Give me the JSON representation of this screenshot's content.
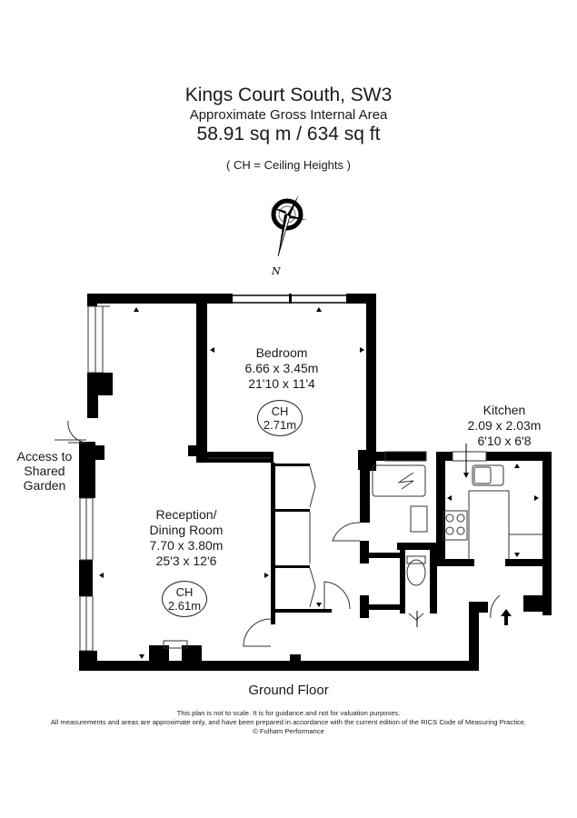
{
  "header": {
    "title": "Kings Court South, SW3",
    "subtitle": "Approximate Gross Internal Area",
    "area": "58.91 sq m  /  634 sq ft",
    "ceiling_note": "( CH = Ceiling Heights )"
  },
  "compass": {
    "label": "N",
    "icon": "compass-rose-icon"
  },
  "rooms": [
    {
      "name": "Bedroom",
      "metric": "6.66 x 3.45m",
      "imperial": "21'10 x 11'4",
      "ch_label": "CH",
      "ch_value": "2.71m"
    },
    {
      "name": "Reception/",
      "name2": "Dining Room",
      "metric": "7.70 x 3.80m",
      "imperial": "25'3 x 12'6",
      "ch_label": "CH",
      "ch_value": "2.61m"
    },
    {
      "name": "Kitchen",
      "metric": "2.09 x 2.03m",
      "imperial": "6'10 x 6'8"
    }
  ],
  "access": {
    "line1": "Access to",
    "line2": "Shared",
    "line3": "Garden"
  },
  "floor_label": "Ground Floor",
  "disclaimer": {
    "line1": "This plan is not to scale. It is for guidance and not for valuation purposes.",
    "line2": "All measurements and areas are approximate only, and have been prepared in accordance with the current edition of the RICS Code of Measuring Practice.",
    "line3": "© Fulham Performance"
  },
  "colors": {
    "wall": "#000000",
    "background": "#ffffff",
    "text": "#1a1a1a",
    "fixture": "#555555"
  }
}
